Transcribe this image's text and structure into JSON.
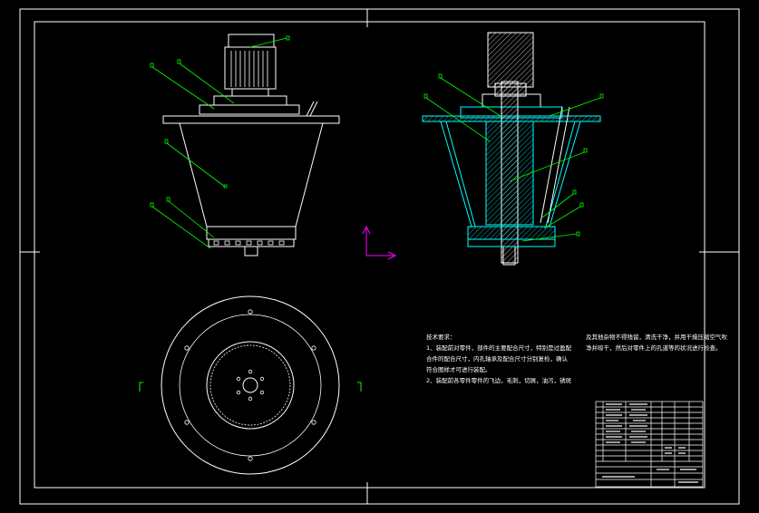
{
  "drawing": {
    "notes": {
      "heading": "技术要求：",
      "items": [
        "1、装配前对零件，部件的主要配合尺寸，特别是过盈配",
        "合件的配合尺寸，内孔轴承及配合尺寸分别复检，确认",
        "符合图样才可进行装配。",
        "2、装配前各零件零件的飞边，毛刺，切屑，油污，锈斑"
      ],
      "continuation": [
        "及其他杂物不得残留，清洗干净，并用干燥压缩空气吹",
        "净并晾干，然后对零件上的孔道等的状况进行检查。"
      ]
    },
    "colors": {
      "background": "#000000",
      "outline": "#ffffff",
      "leader": "#00ff00",
      "section": "#00ffff",
      "axis": "#ff00ff"
    }
  }
}
